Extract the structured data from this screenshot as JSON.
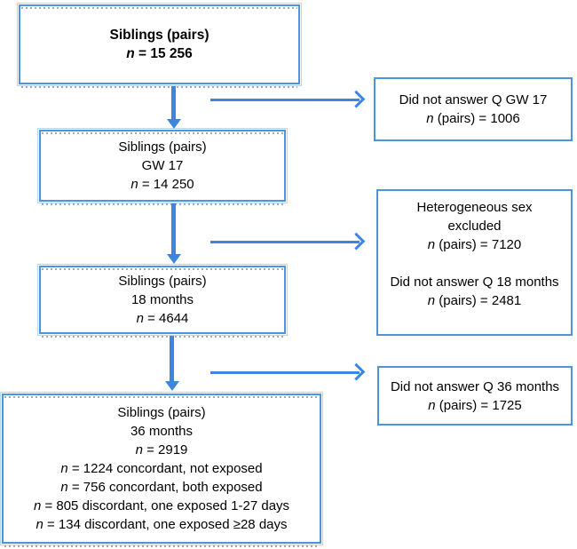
{
  "flowchart": {
    "description": "Sibling pairs study selection flowchart",
    "colors": {
      "box_border": "#4a94e0",
      "arrow": "#3c86dd",
      "text": "#000000",
      "shadow_dots": "#9a9a9a",
      "background": "#ffffff"
    },
    "boxes": [
      {
        "id": "siblings-total",
        "kind": "main",
        "bold": true,
        "lines": [
          [
            {
              "t": "Siblings (pairs)"
            }
          ],
          [
            {
              "t": "n",
              "i": true
            },
            {
              "t": " = 15 256"
            }
          ]
        ]
      },
      {
        "id": "siblings-gw17",
        "kind": "main",
        "lines": [
          [
            {
              "t": "Siblings (pairs)"
            }
          ],
          [
            {
              "t": "GW 17"
            }
          ],
          [
            {
              "t": "n",
              "i": true
            },
            {
              "t": " = 14 250"
            }
          ]
        ]
      },
      {
        "id": "siblings-18-months",
        "kind": "main",
        "lines": [
          [
            {
              "t": "Siblings (pairs)"
            }
          ],
          [
            {
              "t": "18 months"
            }
          ],
          [
            {
              "t": "n",
              "i": true
            },
            {
              "t": " = 4644"
            }
          ]
        ]
      },
      {
        "id": "siblings-36-months",
        "kind": "main",
        "lines": [
          [
            {
              "t": "Siblings (pairs)"
            }
          ],
          [
            {
              "t": "36 months"
            }
          ],
          [
            {
              "t": "n",
              "i": true
            },
            {
              "t": " = 2919"
            }
          ],
          [
            {
              "t": "n",
              "i": true
            },
            {
              "t": " = 1224 concordant, not exposed"
            }
          ],
          [
            {
              "t": "n",
              "i": true
            },
            {
              "t": " = 756 concordant, both exposed"
            }
          ],
          [
            {
              "t": "n",
              "i": true
            },
            {
              "t": " = 805 discordant, one exposed 1-27 days"
            }
          ],
          [
            {
              "t": "n",
              "i": true
            },
            {
              "t": " = 134 discordant, one exposed ≥28 days"
            }
          ]
        ]
      },
      {
        "id": "excluded-gw17",
        "kind": "side",
        "lines": [
          [
            {
              "t": "Did not answer Q GW 17"
            }
          ],
          [
            {
              "t": "n",
              "i": true
            },
            {
              "t": " (pairs) = 1006"
            }
          ]
        ]
      },
      {
        "id": "excluded-18-months",
        "kind": "side",
        "lines": [
          [
            {
              "t": "Heterogeneous sex"
            }
          ],
          [
            {
              "t": "excluded"
            }
          ],
          [
            {
              "t": "n",
              "i": true
            },
            {
              "t": " (pairs) = 7120"
            }
          ],
          [],
          [
            {
              "t": "Did not answer Q 18 months"
            }
          ],
          [
            {
              "t": "n",
              "i": true
            },
            {
              "t": " (pairs) = 2481"
            }
          ]
        ]
      },
      {
        "id": "excluded-36-months",
        "kind": "side",
        "lines": [
          [
            {
              "t": "Did not answer Q 36 months"
            }
          ],
          [
            {
              "t": "n",
              "i": true
            },
            {
              "t": " (pairs) = 1725"
            }
          ]
        ]
      }
    ],
    "arrows": [
      {
        "id": "down-1",
        "type": "vertical",
        "from": "siblings-total",
        "to": "siblings-gw17"
      },
      {
        "id": "down-2",
        "type": "vertical",
        "from": "siblings-gw17",
        "to": "siblings-18-months"
      },
      {
        "id": "down-3",
        "type": "vertical",
        "from": "siblings-18-months",
        "to": "siblings-36-months"
      },
      {
        "id": "branch-1",
        "type": "horizontal",
        "to": "excluded-gw17"
      },
      {
        "id": "branch-2",
        "type": "horizontal",
        "to": "excluded-18-months"
      },
      {
        "id": "branch-3",
        "type": "horizontal",
        "to": "excluded-36-months"
      }
    ]
  }
}
